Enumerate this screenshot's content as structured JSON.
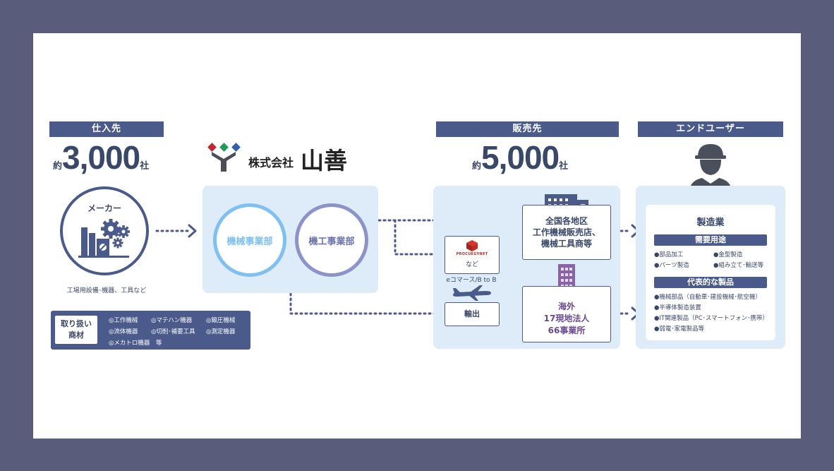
{
  "suppliers": {
    "header": "仕入先",
    "count_prefix": "約",
    "count": "3,000",
    "count_suffix": "社",
    "maker_label": "メーカー",
    "caption": "工場用設備･機器、工具など"
  },
  "products_box": {
    "title": "取り扱い商材",
    "title_line1": "取り扱い",
    "title_line2": "商材",
    "items": [
      "◎工作機械",
      "◎マテハン機器",
      "◎鍛圧機械",
      "◎流体機器",
      "◎切削･補要工具",
      "◎測定機器",
      "◎メカトロ機器　等"
    ]
  },
  "company": {
    "name_small": "株式会社",
    "name_large": "山善",
    "division1": "機械事業部",
    "division2": "機工事業部"
  },
  "sales": {
    "header": "販売先",
    "count_prefix": "約",
    "count": "5,000",
    "count_suffix": "社",
    "domestic_line1": "全国各地区",
    "domestic_line2": "工作機械販売店、",
    "domestic_line3": "機械工具商等",
    "procuenet_logo": "PROCUEGYNET",
    "procuenet_nado": "など",
    "ecommerce": "eコマース/B to B",
    "export": "輸出",
    "overseas_line1": "海外",
    "overseas_line2": "17現地法人",
    "overseas_line3": "66事業所"
  },
  "end_user": {
    "header": "エンドユーザー",
    "industry": "製造業",
    "demand_title": "需要用途",
    "demand_items": [
      "●部品加工",
      "●金型製造",
      "●パーツ製造",
      "●組み立て･輸送等"
    ],
    "products_title": "代表的な製品",
    "product_items": [
      "●機械部品（自動車･建設機械･航空機）",
      "●半導体製造装置",
      "●IT関連製品（PC･スマートフォン･携帯）",
      "●弱電･家電製品等"
    ]
  },
  "colors": {
    "navy": "#4a5a8a",
    "light_panel": "#deebf8",
    "border": "#5a5c7c",
    "circle1": "#7fc0ef",
    "circle2": "#8b93c8",
    "building_purple": "#8a62a8",
    "logo_red": "#c0282e",
    "logo_green": "#1f9b55",
    "logo_blue": "#2f5fae"
  }
}
